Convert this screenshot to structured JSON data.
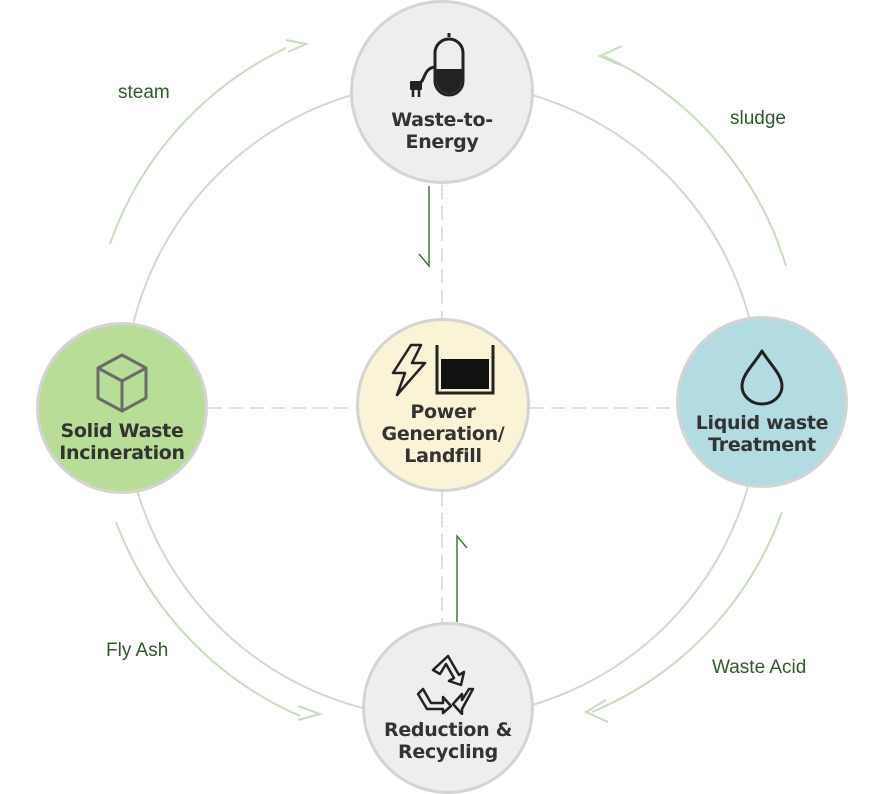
{
  "colors": {
    "ring": "#d6d6d6",
    "arc": "#c8dcc0",
    "arrow": "#3c6e34",
    "dash": "#d8d8d8",
    "solid_fill": "#b8dd96",
    "liquid_fill": "#b2dce2",
    "power_fill": "#fbf3d6",
    "neutral_fill": "#eeeeee",
    "label_text": "#2f5a2b"
  },
  "nodes": {
    "waste_to_energy": {
      "label_lines": [
        "Waste-to-",
        "Energy"
      ],
      "icon": "battery-plug-icon"
    },
    "solid_waste": {
      "label_lines": [
        "Solid Waste",
        "Incineration"
      ],
      "icon": "cube-icon"
    },
    "power": {
      "label_lines": [
        "Power",
        "Generation/",
        "Landfill"
      ],
      "icon": "lightning-bin-icon"
    },
    "liquid_waste": {
      "label_lines": [
        "Liquid waste",
        "Treatment"
      ],
      "icon": "water-drop-icon"
    },
    "reduction": {
      "label_lines": [
        "Reduction &",
        "Recycling"
      ],
      "icon": "recycle-icon"
    }
  },
  "flows": {
    "steam": "steam",
    "sludge": "sludge",
    "fly_ash": "Fly Ash",
    "waste_acid": "Waste Acid"
  }
}
